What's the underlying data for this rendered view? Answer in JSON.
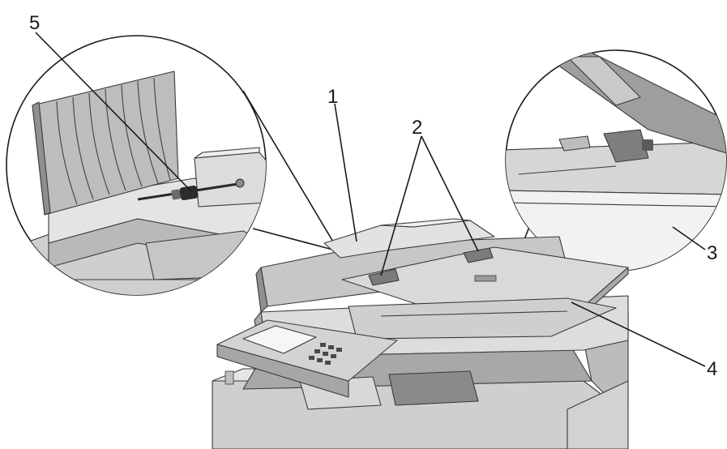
{
  "callouts": [
    {
      "id": "1",
      "label": "1"
    },
    {
      "id": "2",
      "label": "2"
    },
    {
      "id": "3",
      "label": "3"
    },
    {
      "id": "4",
      "label": "4"
    },
    {
      "id": "5",
      "label": "5"
    }
  ],
  "colors": {
    "body_light": "#d8d8d8",
    "body_mid": "#9b9b9b",
    "body_dark": "#5a5a5a",
    "line": "#1a1a1a"
  }
}
